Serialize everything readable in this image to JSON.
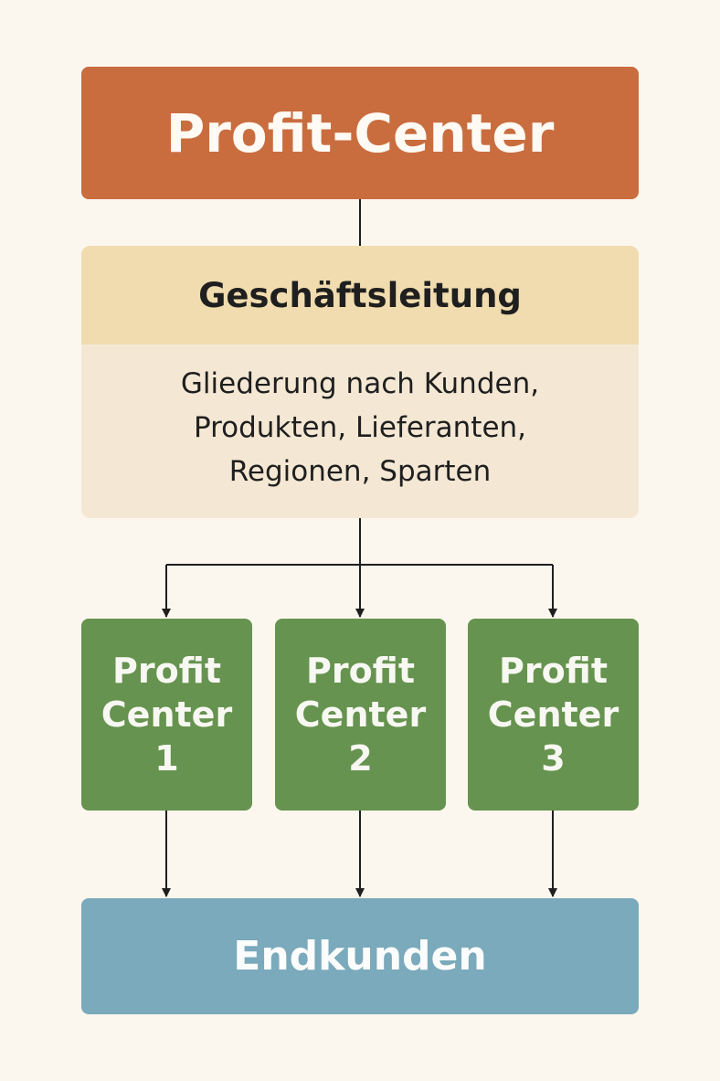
{
  "top": {
    "title": "Profit-Center"
  },
  "management": {
    "title": "Geschäftsleitung",
    "description_lines": [
      "Gliederung nach Kunden,",
      "Produkten, Lieferanten,",
      "Regionen, Sparten"
    ]
  },
  "profit_centers": [
    {
      "line1": "Profit",
      "line2": "Center",
      "number": "1"
    },
    {
      "line1": "Profit",
      "line2": "Center",
      "number": "2"
    },
    {
      "line1": "Profit",
      "line2": "Center",
      "number": "3"
    }
  ],
  "bottom": {
    "title": "Endkunden"
  },
  "colors": {
    "background": "#fcf7ee",
    "top_box": "#c96d3f",
    "management_header": "#f0dcae",
    "management_body": "#f4e8d4",
    "profit_center_box": "#66934f",
    "bottom_box": "#7aaabb",
    "connector": "#1f1f1f"
  }
}
